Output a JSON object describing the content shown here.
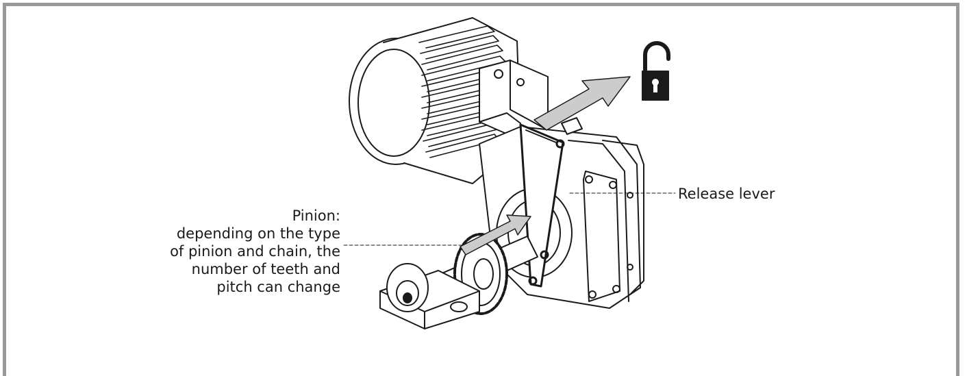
{
  "labels": {
    "pinion_lines": [
      "Pinion:",
      "depending on the type",
      "of pinion and chain, the",
      "number of teeth and",
      "pitch can change"
    ],
    "release_lever": "Release lever"
  },
  "icons": {
    "lock": "unlocked-padlock-icon"
  },
  "colors": {
    "frame_border": "#999999",
    "arrow_fill": "#cccccc",
    "line": "#1a1a1a"
  }
}
